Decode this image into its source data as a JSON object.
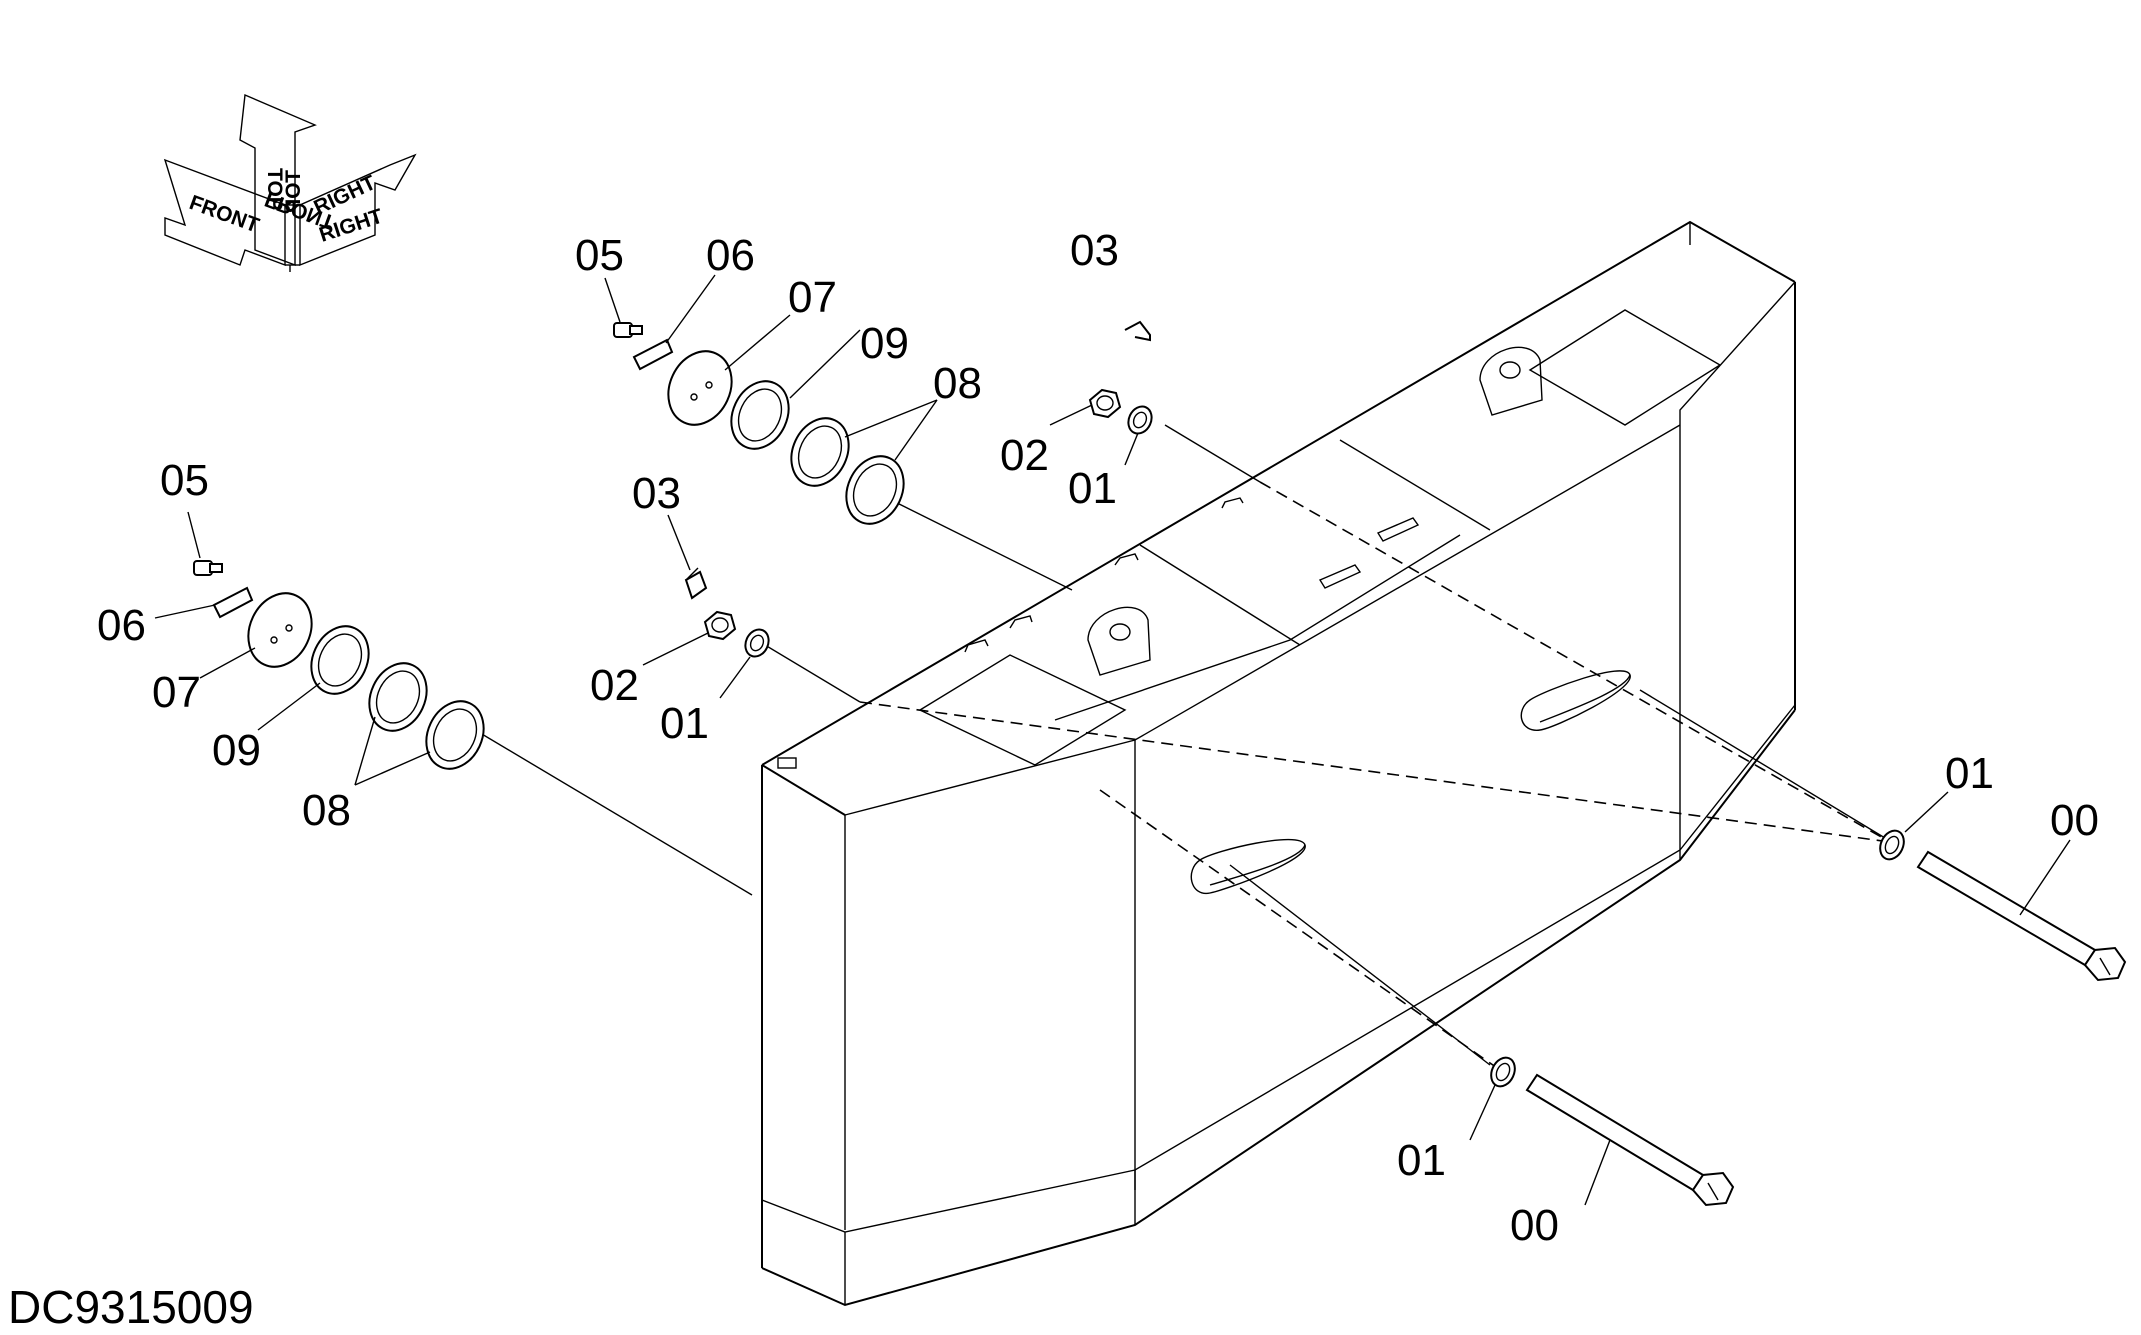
{
  "drawing_number": "DC9315009",
  "orientation": {
    "front": "FRONT",
    "top": "TOP",
    "right": "RIGHT"
  },
  "callouts": {
    "upper_05": "05",
    "upper_06": "06",
    "upper_07": "07",
    "upper_09": "09",
    "upper_08": "08",
    "upper_03": "03",
    "upper_02": "02",
    "upper_01": "01",
    "left_05": "05",
    "left_06": "06",
    "left_07": "07",
    "left_09": "09",
    "left_08": "08",
    "mid_03": "03",
    "mid_02": "02",
    "mid_01": "01",
    "right_01": "01",
    "right_00": "00",
    "lower_01": "01",
    "lower_00": "00"
  }
}
